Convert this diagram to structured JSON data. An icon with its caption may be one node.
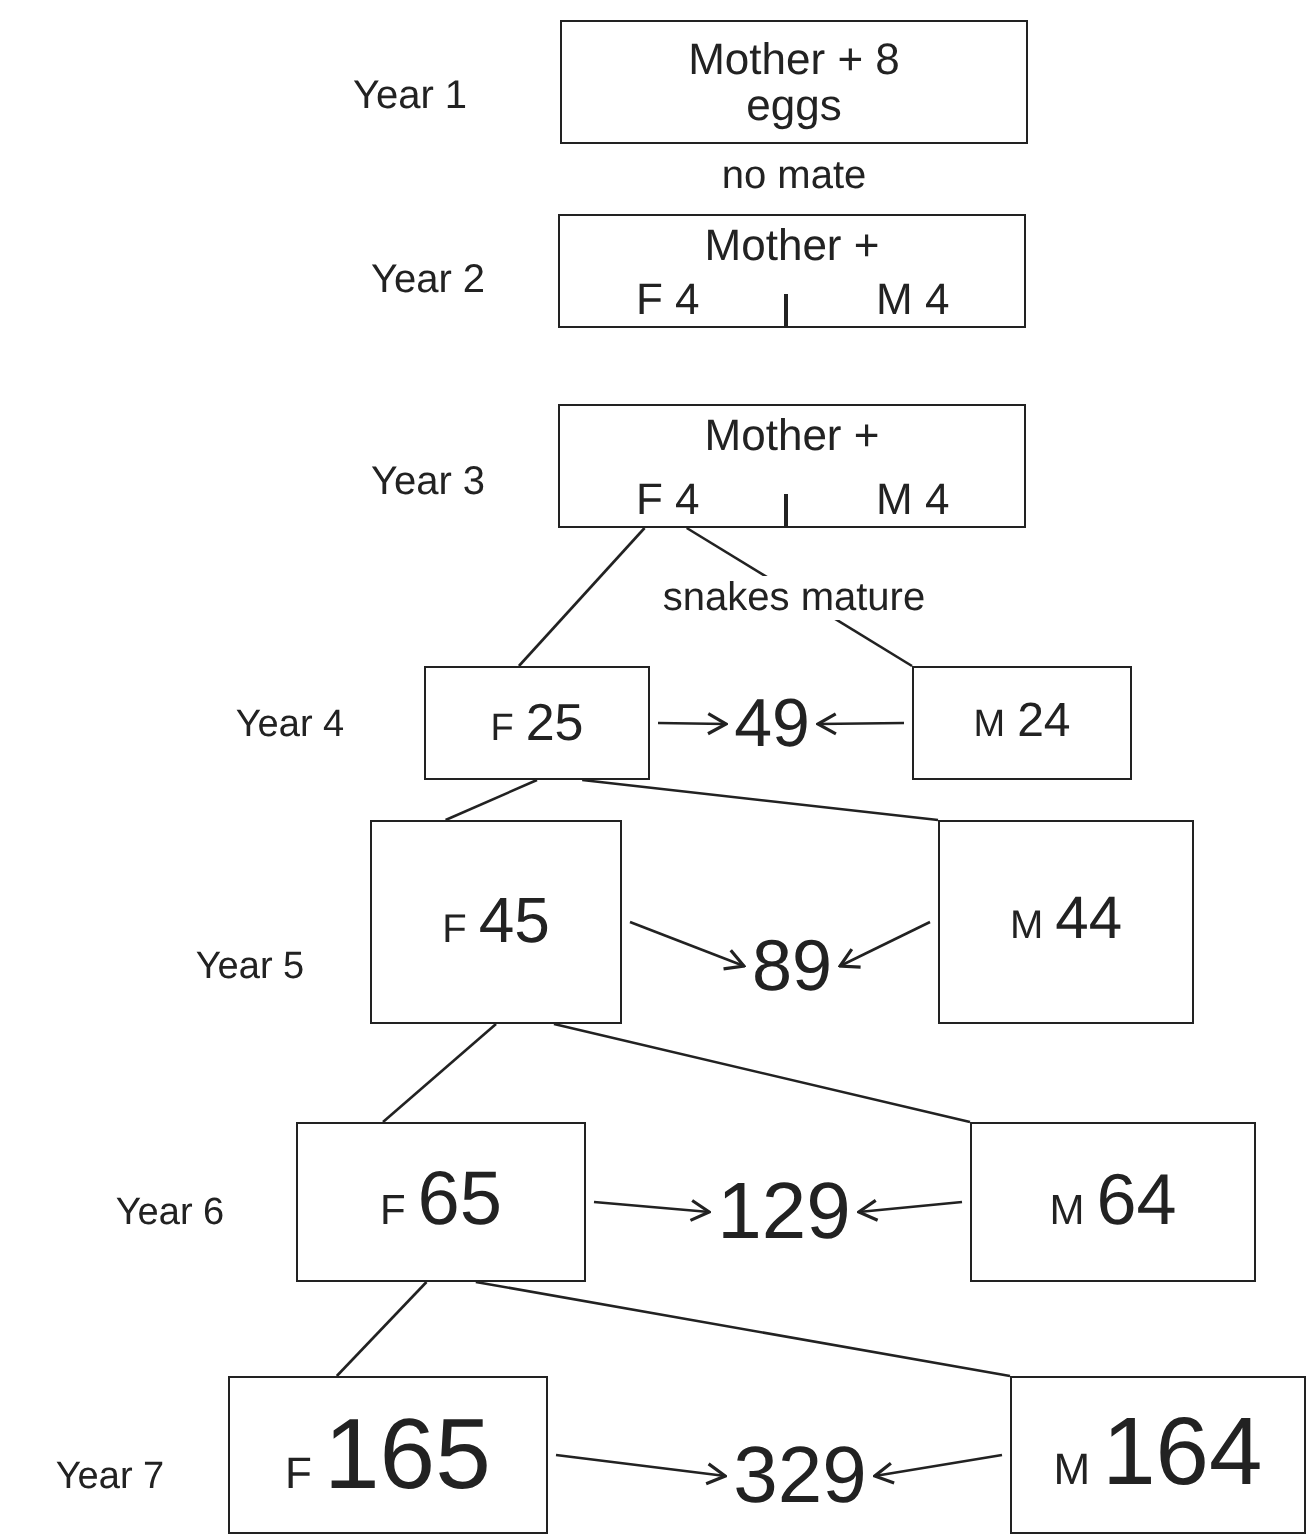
{
  "diagram": {
    "nodes": [
      {
        "text": [
          "Mother + 8 eggs"
        ]
      },
      {
        "text": [
          "Mother +",
          "F 4",
          "M 4"
        ]
      },
      {
        "text": [
          "Mother +",
          "F 4",
          "M 4"
        ]
      },
      {
        "text": [
          "F",
          "25"
        ]
      },
      {
        "text": [
          "49"
        ]
      },
      {
        "text": [
          "M",
          "24"
        ]
      },
      {
        "text": [
          "F",
          "45"
        ]
      },
      {
        "text": [
          "89"
        ]
      },
      {
        "text": [
          "M",
          "44"
        ]
      },
      {
        "text": [
          "F",
          "65"
        ]
      },
      {
        "text": [
          "129"
        ]
      },
      {
        "text": [
          "M",
          "64"
        ]
      },
      {
        "text": [
          "F",
          "165"
        ]
      },
      {
        "text": [
          "329"
        ]
      },
      {
        "text": [
          "M",
          "164"
        ]
      }
    ],
    "edges": [
      {
        "from": 2,
        "to": 3,
        "arrow": "none"
      },
      {
        "from": 2,
        "to": 5,
        "arrow": "none",
        "label": "snakes mature"
      },
      {
        "from": 3,
        "to": 4,
        "arrow": "to"
      },
      {
        "from": 5,
        "to": 4,
        "arrow": "to"
      },
      {
        "from": 3,
        "to": 6,
        "arrow": "none"
      },
      {
        "from": 3,
        "to": 8,
        "arrow": "none"
      },
      {
        "from": 6,
        "to": 7,
        "arrow": "to"
      },
      {
        "from": 8,
        "to": 7,
        "arrow": "to"
      },
      {
        "from": 6,
        "to": 9,
        "arrow": "none"
      },
      {
        "from": 6,
        "to": 11,
        "arrow": "none"
      },
      {
        "from": 9,
        "to": 10,
        "arrow": "to"
      },
      {
        "from": 11,
        "to": 10,
        "arrow": "to"
      },
      {
        "from": 9,
        "to": 12,
        "arrow": "none"
      },
      {
        "from": 9,
        "to": 14,
        "arrow": "none"
      },
      {
        "from": 12,
        "to": 13,
        "arrow": "to"
      },
      {
        "from": 14,
        "to": 13,
        "arrow": "to"
      }
    ],
    "labels": [
      "Year 1",
      "no mate",
      "Year 2",
      "Year 3",
      "Year 4",
      "Year 5",
      "Year 6",
      "Year 7"
    ]
  }
}
